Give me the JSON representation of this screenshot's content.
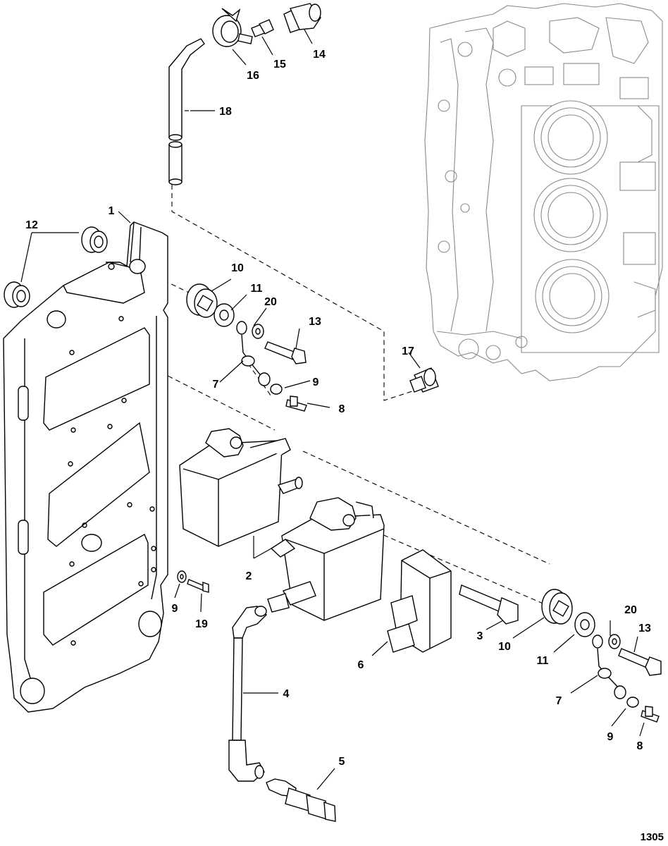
{
  "figure_number": "1305",
  "callouts": {
    "c1": "1",
    "c2": "2",
    "c3": "3",
    "c4": "4",
    "c5": "5",
    "c6": "6",
    "c7a": "7",
    "c7b": "7",
    "c8a": "8",
    "c8b": "8",
    "c9a": "9",
    "c9b": "9",
    "c9c": "9",
    "c10a": "10",
    "c10b": "10",
    "c11a": "11",
    "c11b": "11",
    "c12": "12",
    "c13a": "13",
    "c13b": "13",
    "c14": "14",
    "c15": "15",
    "c16": "16",
    "c17": "17",
    "c18": "18",
    "c19": "19",
    "c20a": "20",
    "c20b": "20"
  }
}
